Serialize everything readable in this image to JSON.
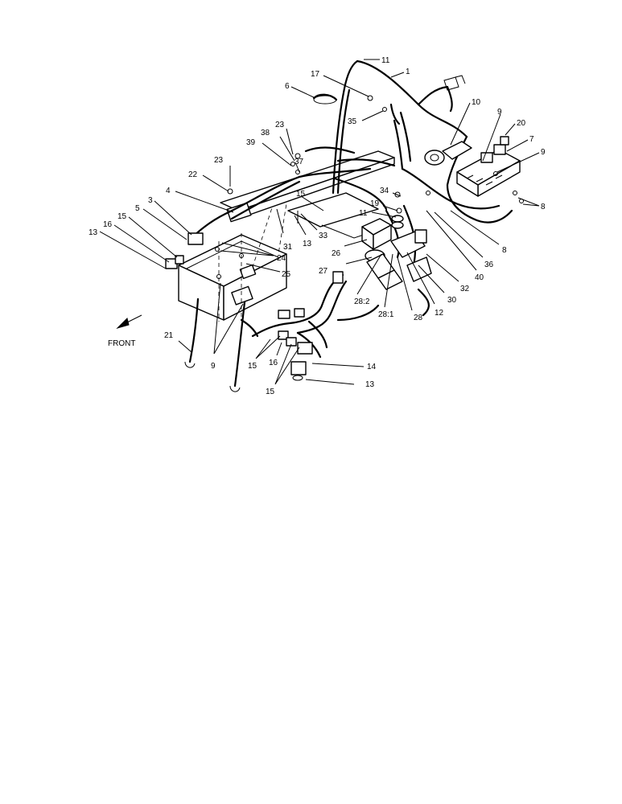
{
  "front_label": "FRONT",
  "callouts": [
    {
      "id": "c1",
      "text": "1"
    },
    {
      "id": "c11a",
      "text": "11"
    },
    {
      "id": "c17",
      "text": "17"
    },
    {
      "id": "c6",
      "text": "6"
    },
    {
      "id": "c10",
      "text": "10"
    },
    {
      "id": "c35",
      "text": "35"
    },
    {
      "id": "c9a",
      "text": "9"
    },
    {
      "id": "c20",
      "text": "20"
    },
    {
      "id": "c7",
      "text": "7"
    },
    {
      "id": "c9b",
      "text": "9"
    },
    {
      "id": "c23a",
      "text": "23"
    },
    {
      "id": "c38",
      "text": "38"
    },
    {
      "id": "c39",
      "text": "39"
    },
    {
      "id": "c37",
      "text": "37"
    },
    {
      "id": "c23b",
      "text": "23"
    },
    {
      "id": "c22",
      "text": "22"
    },
    {
      "id": "c4",
      "text": "4"
    },
    {
      "id": "c15a",
      "text": "15"
    },
    {
      "id": "c34",
      "text": "34"
    },
    {
      "id": "c19",
      "text": "19"
    },
    {
      "id": "c8a",
      "text": "8"
    },
    {
      "id": "c11b",
      "text": "11"
    },
    {
      "id": "c3",
      "text": "3"
    },
    {
      "id": "c5",
      "text": "5"
    },
    {
      "id": "c15b",
      "text": "15"
    },
    {
      "id": "c16a",
      "text": "16"
    },
    {
      "id": "c13a",
      "text": "13"
    },
    {
      "id": "c31",
      "text": "31"
    },
    {
      "id": "c13b",
      "text": "13"
    },
    {
      "id": "c33",
      "text": "33"
    },
    {
      "id": "c8b",
      "text": "8"
    },
    {
      "id": "c24",
      "text": "24"
    },
    {
      "id": "c26",
      "text": "26"
    },
    {
      "id": "c36",
      "text": "36"
    },
    {
      "id": "c25",
      "text": "25"
    },
    {
      "id": "c27",
      "text": "27"
    },
    {
      "id": "c40",
      "text": "40"
    },
    {
      "id": "c32",
      "text": "32"
    },
    {
      "id": "c30",
      "text": "30"
    },
    {
      "id": "c282",
      "text": "28:2"
    },
    {
      "id": "c281",
      "text": "28:1"
    },
    {
      "id": "c12",
      "text": "12"
    },
    {
      "id": "c28",
      "text": "28"
    },
    {
      "id": "c21",
      "text": "21"
    },
    {
      "id": "c9c",
      "text": "9"
    },
    {
      "id": "c15c",
      "text": "15"
    },
    {
      "id": "c16b",
      "text": "16"
    },
    {
      "id": "c14",
      "text": "14"
    },
    {
      "id": "c15d",
      "text": "15"
    },
    {
      "id": "c13c",
      "text": "13"
    }
  ]
}
